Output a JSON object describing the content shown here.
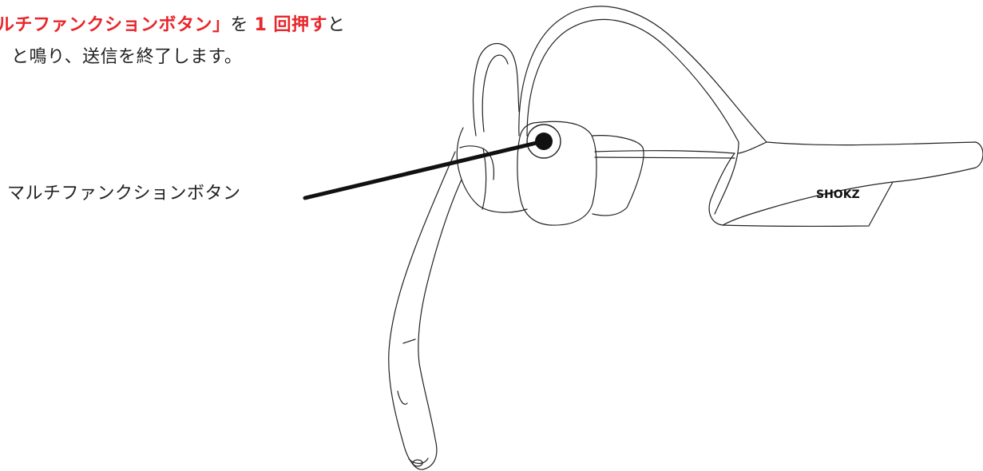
{
  "instruction": {
    "line1": {
      "highlight_name": "ルチファンクションボタン」",
      "particle": "を ",
      "count_action": "1 回押す",
      "tail": "と"
    },
    "line2": "と鳴り、送信を終了します。"
  },
  "callout": {
    "label": "マルチファンクションボタン"
  },
  "logo": {
    "text": "SHOKZ"
  },
  "colors": {
    "highlight": "#e8262b",
    "text": "#222222",
    "line": "#111111"
  }
}
